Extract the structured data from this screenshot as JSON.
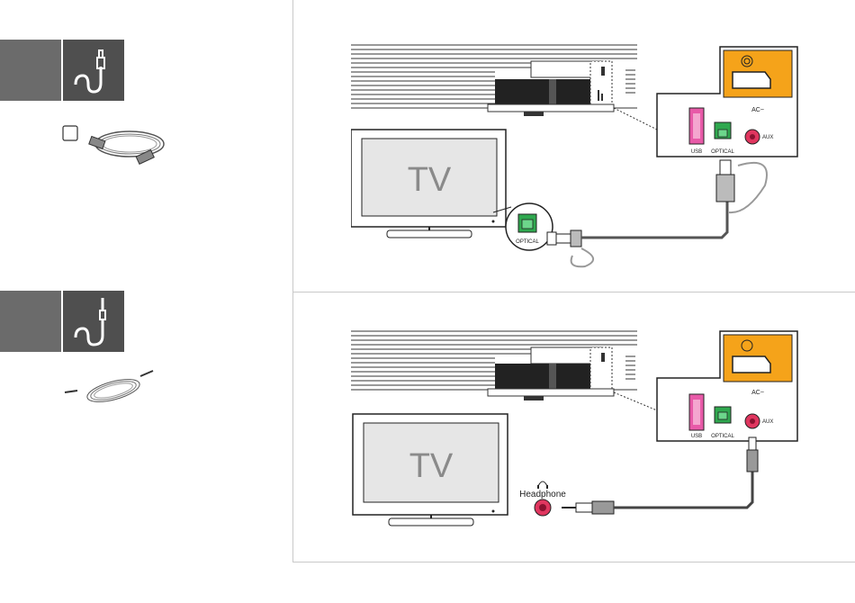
{
  "tv": {
    "label": "TV"
  },
  "panel": {
    "ac_label": "AC~",
    "usb_label": "USB",
    "optical_label": "OPTICAL",
    "aux_label": "AUX"
  },
  "tv_port": {
    "optical_label": "OPTICAL"
  },
  "headphone": {
    "label": "Headphone"
  },
  "colors": {
    "usb": "#e85aa8",
    "optical": "#2fa84f",
    "aux": "#e0365f",
    "ac": "#f5a31a",
    "tab": "#6b6b6b"
  },
  "icons": [
    "optical-cable-icon",
    "aux-cable-icon",
    "headphone-icon",
    "checkbox-icon"
  ]
}
